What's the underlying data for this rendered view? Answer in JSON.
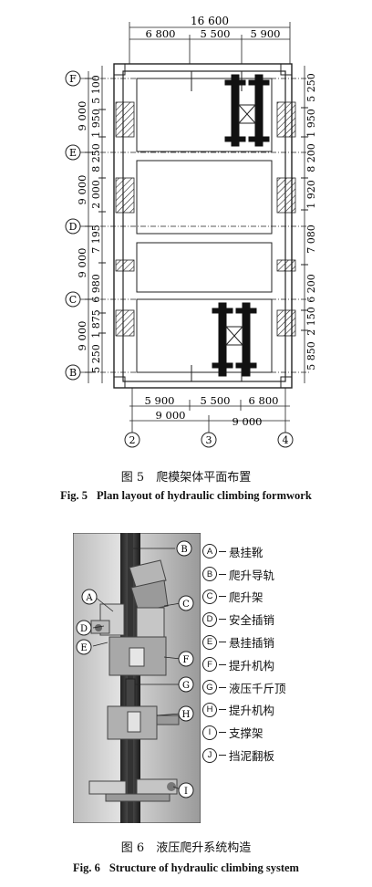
{
  "figure5": {
    "dims_top": {
      "overall": "16 600",
      "segments": [
        "6 800",
        "5 500",
        "5 900"
      ]
    },
    "dims_bottom": {
      "segments": [
        "5 900",
        "5 500",
        "6 800"
      ],
      "spans": [
        "9 000",
        "9 000"
      ]
    },
    "axes_rows": [
      "F",
      "E",
      "D",
      "C",
      "B"
    ],
    "axes_cols": [
      "2",
      "3",
      "4"
    ],
    "left_spans": [
      "9 000",
      "9 000",
      "9 000",
      "9 000"
    ],
    "left_segments": [
      "5 100",
      "1 950",
      "8 250",
      "2 000",
      "7 195",
      "6 980",
      "1 875",
      "5 250"
    ],
    "right_segments": [
      "5 250",
      "1 950",
      "8 200",
      "1 920",
      "7 080",
      "6 200",
      "2 150",
      "5 850"
    ],
    "caption_cn": "图 5　爬模架体平面布置",
    "caption_en_num": "Fig. 5",
    "caption_en_text": "Plan layout of hydraulic climbing formwork"
  },
  "figure6": {
    "callouts": [
      "B",
      "A",
      "C",
      "D",
      "E",
      "F",
      "G",
      "H",
      "I"
    ],
    "legend": [
      {
        "letter": "A",
        "label": "悬挂靴"
      },
      {
        "letter": "B",
        "label": "爬升导轨"
      },
      {
        "letter": "C",
        "label": "爬升架"
      },
      {
        "letter": "D",
        "label": "安全插销"
      },
      {
        "letter": "E",
        "label": "悬挂插销"
      },
      {
        "letter": "F",
        "label": "提升机构"
      },
      {
        "letter": "G",
        "label": "液压千斤顶"
      },
      {
        "letter": "H",
        "label": "提升机构"
      },
      {
        "letter": "I",
        "label": "支撑架"
      },
      {
        "letter": "J",
        "label": "挡泥翻板"
      }
    ],
    "caption_cn": "图 6　液压爬升系统构造",
    "caption_en_num": "Fig. 6",
    "caption_en_text": "Structure of hydraulic climbing system"
  }
}
